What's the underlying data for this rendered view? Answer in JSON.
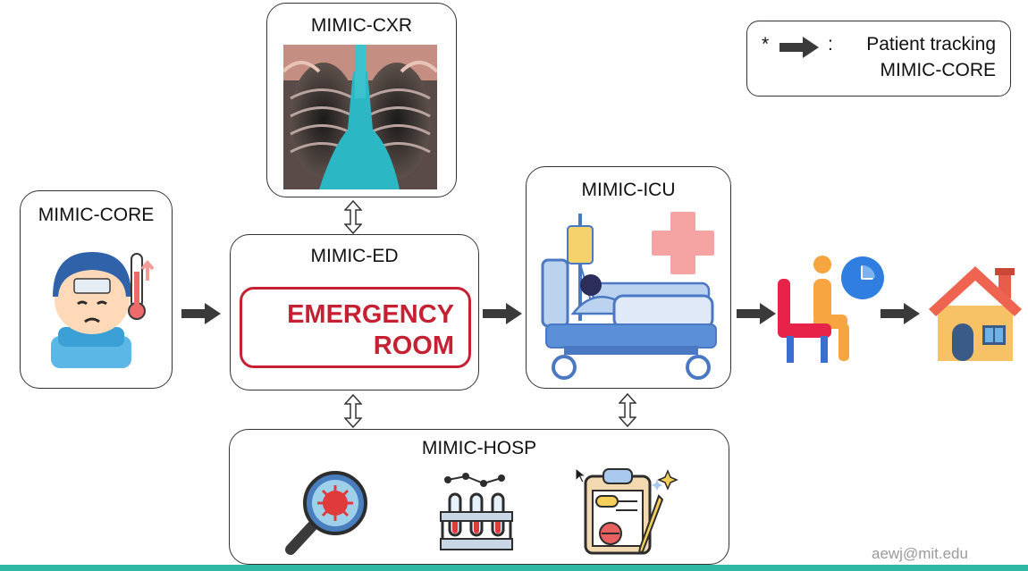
{
  "legend": {
    "asterisk": "*",
    "colon": ":",
    "line1": "Patient tracking",
    "line2": "MIMIC-CORE"
  },
  "nodes": {
    "core": {
      "title": "MIMIC-CORE"
    },
    "cxr": {
      "title": "MIMIC-CXR"
    },
    "ed": {
      "title": "MIMIC-ED",
      "sign_line1": "EMERGENCY",
      "sign_line2": "ROOM"
    },
    "icu": {
      "title": "MIMIC-ICU"
    },
    "hosp": {
      "title": "MIMIC-HOSP"
    }
  },
  "icons": [
    "sick-patient-icon",
    "chest-xray-icon",
    "hospital-bed-icon",
    "plus-cross-icon",
    "waiting-chair-icon",
    "clock-icon",
    "home-icon",
    "virus-magnifier-icon",
    "test-tubes-icon",
    "clipboard-prescription-icon"
  ],
  "colors": {
    "emergency_red": "#c62033",
    "arrow": "#3a3a3a",
    "footer_teal": "#2fb8a3"
  },
  "watermark": "aewj@mit.edu"
}
